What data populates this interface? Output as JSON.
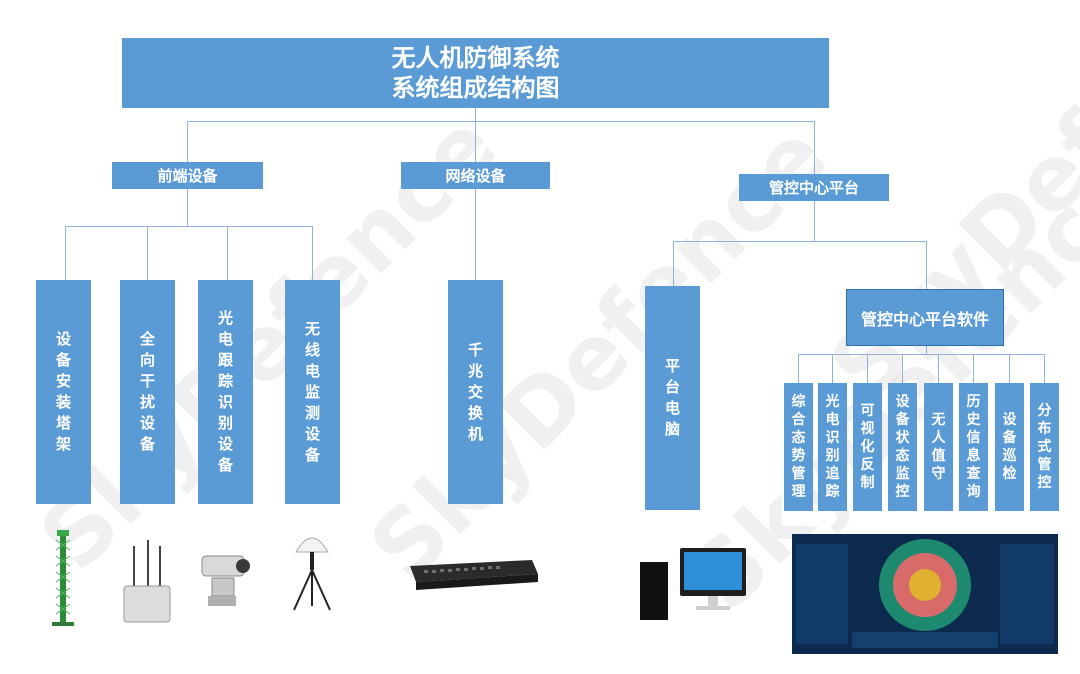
{
  "title": {
    "line1": "无人机防御系统",
    "line2": "系统组成结构图"
  },
  "categories": {
    "frontend": "前端设备",
    "network": "网络设备",
    "control": "管控中心平台"
  },
  "frontend_items": [
    "设备安装塔架",
    "全向干扰设备",
    "光电跟踪识别设备",
    "无线电监测设备"
  ],
  "network_items": [
    "千兆交换机"
  ],
  "control_items": {
    "computer": "平台电脑",
    "software": "管控中心平台软件",
    "software_modules": [
      "综合态势管理",
      "光电识别追踪",
      "可视化反制",
      "设备状态监控",
      "无人值守",
      "历史信息查询",
      "设备巡检",
      "分布式管控"
    ]
  },
  "watermark": "SkyDefence",
  "colors": {
    "box_fill": "#5b9bd5",
    "connector": "#8fb3d9",
    "text": "#ffffff"
  }
}
